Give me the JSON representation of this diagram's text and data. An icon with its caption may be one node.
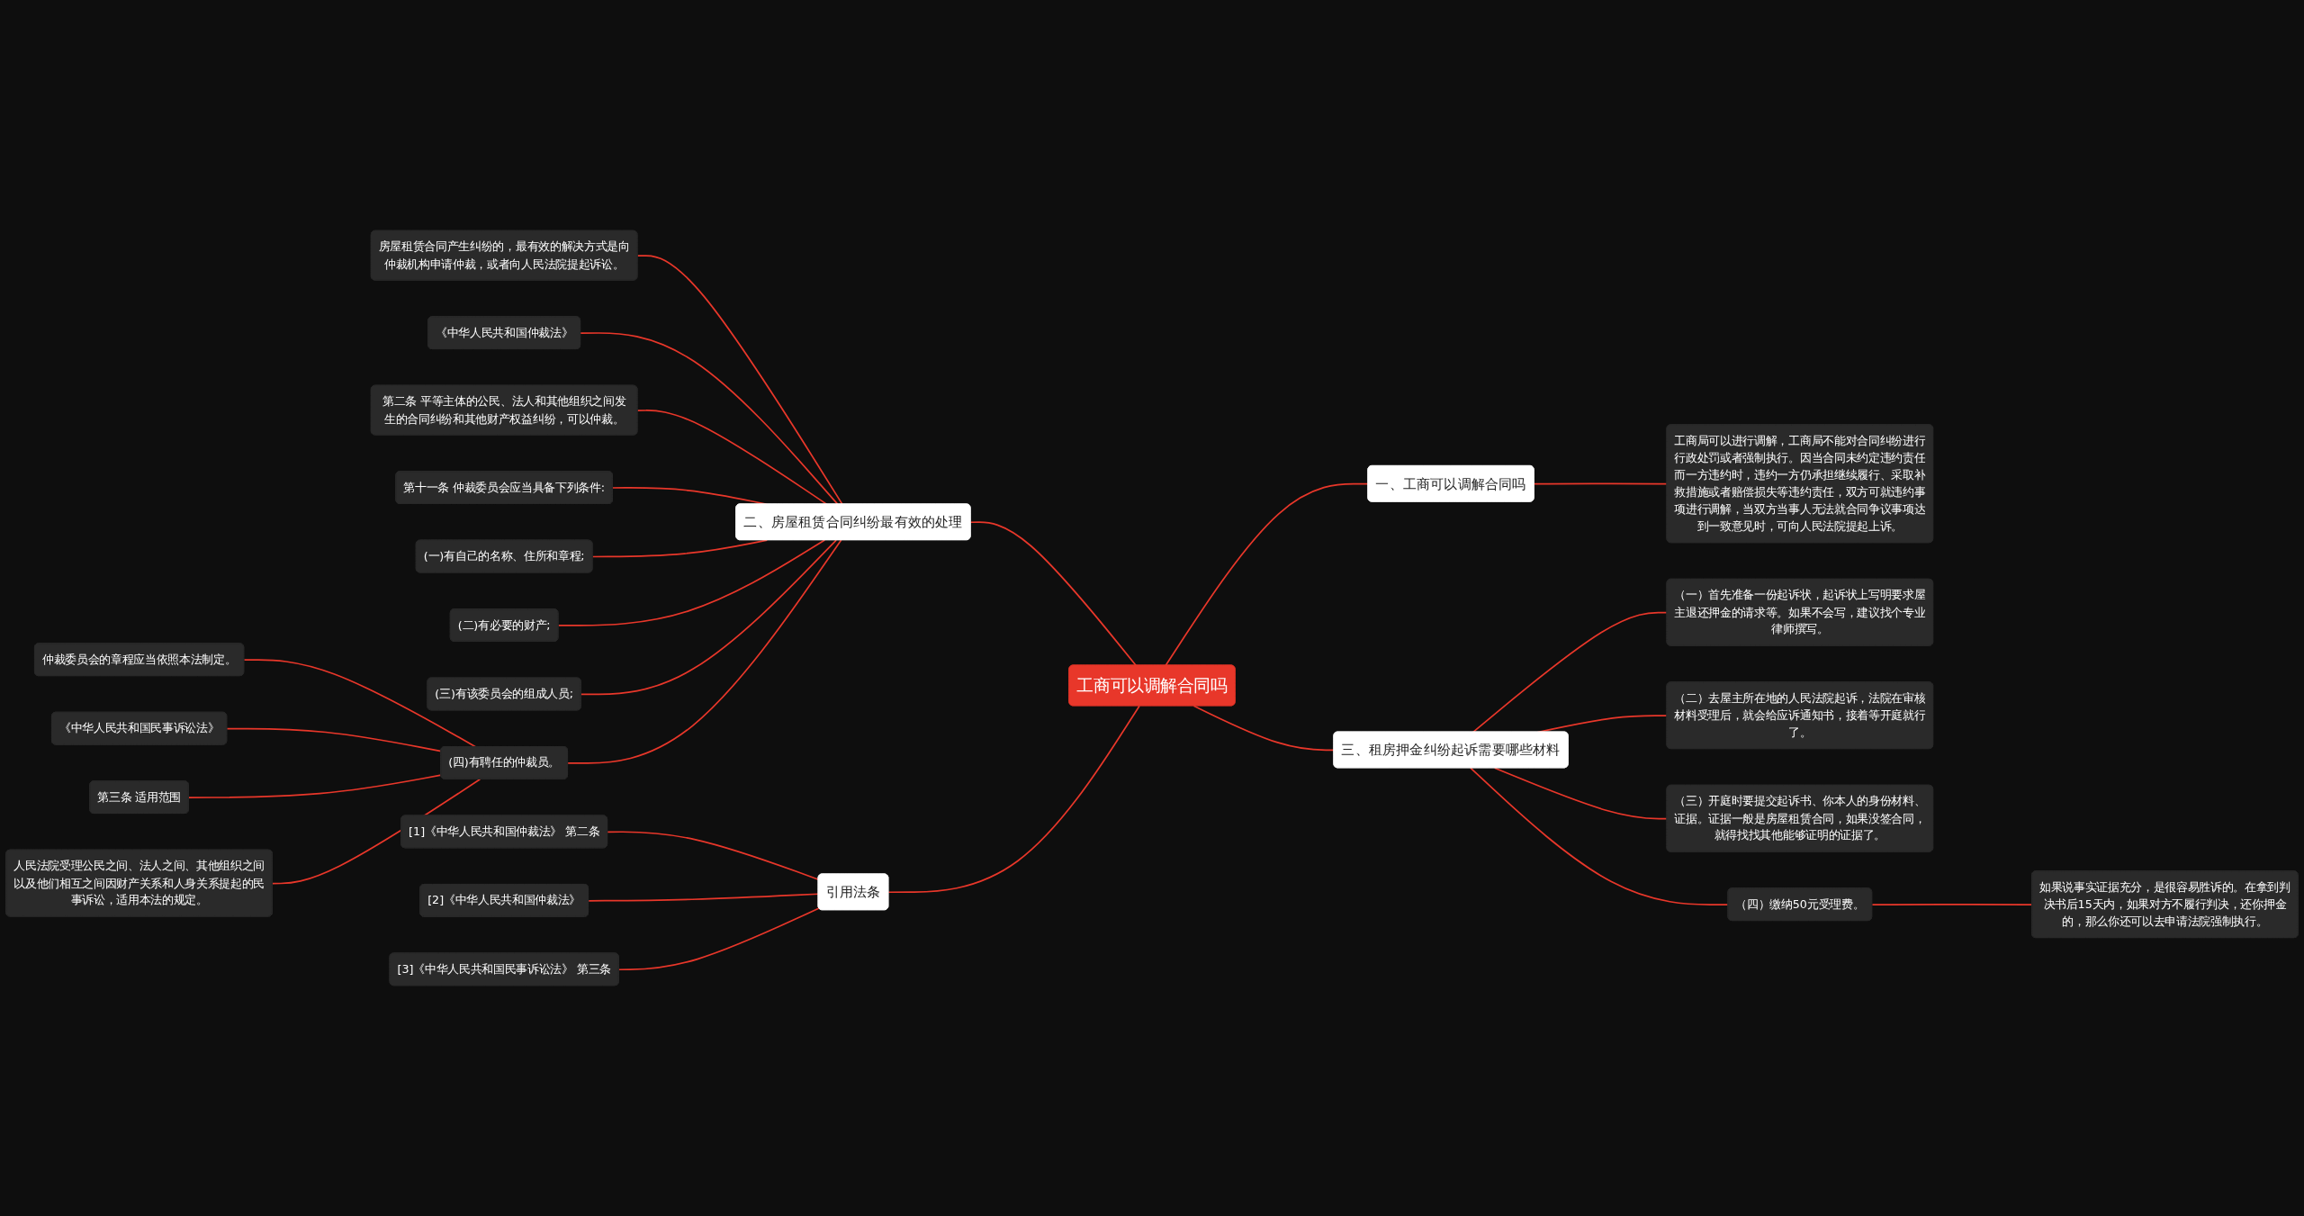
{
  "diagram": {
    "nodes": [
      {
        "text": [
          "工商可以调解合同吗"
        ]
      },
      {
        "text": [
          "二、房屋租赁合同纠纷最有效的处理"
        ]
      },
      {
        "text": [
          "房屋租赁合同产生纠纷的，最有效的解决方式是向仲裁机构申请仲裁，或者向人民法院提起诉讼。"
        ]
      },
      {
        "text": [
          "《中华人民共和国仲裁法》"
        ]
      },
      {
        "text": [
          "第二条 平等主体的公民、法人和其他组织之间发生的合同纠纷和其他财产权益纠纷，可以仲裁。"
        ]
      },
      {
        "text": [
          "第十一条 仲裁委员会应当具备下列条件:"
        ]
      },
      {
        "text": [
          "(一)有自己的名称、住所和章程;"
        ]
      },
      {
        "text": [
          "(二)有必要的财产;"
        ]
      },
      {
        "text": [
          "(三)有该委员会的组成人员;"
        ]
      },
      {
        "text": [
          "(四)有聘任的仲裁员。"
        ]
      },
      {
        "text": [
          "仲裁委员会的章程应当依照本法制定。"
        ]
      },
      {
        "text": [
          "《中华人民共和国民事诉讼法》"
        ]
      },
      {
        "text": [
          "第三条 适用范围"
        ]
      },
      {
        "text": [
          "人民法院受理公民之间、法人之间、其他组织之间以及他们相互之间因财产关系和人身关系提起的民事诉讼，适用本法的规定。"
        ]
      },
      {
        "text": [
          "引用法条"
        ]
      },
      {
        "text": [
          "[1]《中华人民共和国仲裁法》 第二条"
        ]
      },
      {
        "text": [
          "[2]《中华人民共和国仲裁法》"
        ]
      },
      {
        "text": [
          "[3]《中华人民共和国民事诉讼法》 第三条"
        ]
      },
      {
        "text": [
          "一、工商可以调解合同吗"
        ]
      },
      {
        "text": [
          "工商局可以进行调解，工商局不能对合同纠纷进行行政处罚或者强制执行。因当合同未约定违约责任而一方违约时，违约一方仍承担继续履行、采取补救措施或者赔偿损失等违约责任，双方可就违约事项进行调解，当双方当事人无法就合同争议事项达到一致意见时，可向人民法院提起上诉。"
        ]
      },
      {
        "text": [
          "三、租房押金纠纷起诉需要哪些材料"
        ]
      },
      {
        "text": [
          "（一）首先准备一份起诉状，起诉状上写明要求屋主退还押金的请求等。如果不会写，建议找个专业律师撰写。"
        ]
      },
      {
        "text": [
          "（二）去屋主所在地的人民法院起诉，法院在审核材料受理后，就会给应诉通知书，接着等开庭就行了。"
        ]
      },
      {
        "text": [
          "（三）开庭时要提交起诉书、你本人的身份材料、证据。证据一般是房屋租赁合同，如果没签合同，就得找找其他能够证明的证据了。"
        ]
      },
      {
        "text": [
          "（四）缴纳50元受理费。"
        ]
      },
      {
        "text": [
          "如果说事实证据充分，是很容易胜诉的。在拿到判决书后15天内，如果对方不履行判决，还你押金的，那么你还可以去申请法院强制执行。"
        ]
      }
    ],
    "edges": [
      {
        "from": 0,
        "to": 1,
        "arrow": "none"
      },
      {
        "from": 1,
        "to": 2,
        "arrow": "none"
      },
      {
        "from": 1,
        "to": 3,
        "arrow": "none"
      },
      {
        "from": 1,
        "to": 4,
        "arrow": "none"
      },
      {
        "from": 1,
        "to": 5,
        "arrow": "none"
      },
      {
        "from": 1,
        "to": 6,
        "arrow": "none"
      },
      {
        "from": 1,
        "to": 7,
        "arrow": "none"
      },
      {
        "from": 1,
        "to": 8,
        "arrow": "none"
      },
      {
        "from": 1,
        "to": 9,
        "arrow": "none"
      },
      {
        "from": 9,
        "to": 10,
        "arrow": "none"
      },
      {
        "from": 9,
        "to": 11,
        "arrow": "none"
      },
      {
        "from": 9,
        "to": 12,
        "arrow": "none"
      },
      {
        "from": 9,
        "to": 13,
        "arrow": "none"
      },
      {
        "from": 0,
        "to": 14,
        "arrow": "none"
      },
      {
        "from": 14,
        "to": 15,
        "arrow": "none"
      },
      {
        "from": 14,
        "to": 16,
        "arrow": "none"
      },
      {
        "from": 14,
        "to": 17,
        "arrow": "none"
      },
      {
        "from": 0,
        "to": 18,
        "arrow": "none"
      },
      {
        "from": 18,
        "to": 19,
        "arrow": "none"
      },
      {
        "from": 0,
        "to": 20,
        "arrow": "none"
      },
      {
        "from": 20,
        "to": 21,
        "arrow": "none"
      },
      {
        "from": 20,
        "to": 22,
        "arrow": "none"
      },
      {
        "from": 20,
        "to": 23,
        "arrow": "none"
      },
      {
        "from": 20,
        "to": 24,
        "arrow": "none"
      },
      {
        "from": 24,
        "to": 25,
        "arrow": "none"
      }
    ]
  }
}
